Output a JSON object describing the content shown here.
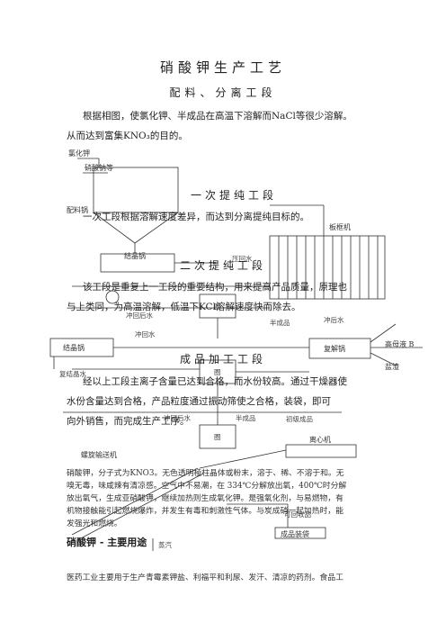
{
  "header": {
    "title": "硝酸钾生产工艺",
    "subtitle": "配料、分离工段"
  },
  "intro": {
    "line1": "根据相图，使氯化钾、半成品在高温下溶解而NaCl等很少溶解。",
    "line2": "从而达到富集KNO₃的目的。"
  },
  "diagram": {
    "labels": {
      "kcl": "氯化钾",
      "nano3": "硝酸钠等",
      "batch_pot": "配料锅",
      "cryst_pot_1": "结晶锅",
      "cryst_pot_2": "结晶锅",
      "plate_frame": "板框机",
      "pressure_water": "压回水",
      "semi_product": "半成品",
      "cool_water": "冲回水",
      "cool_water_2": "冲回后水",
      "cool_water_3": "冲后水",
      "bad_pot": "复解锅",
      "high_mother": "高母液 B",
      "salt_residue": "盐渣",
      "dryer": "离心机",
      "spiral": "螺旋输送机",
      "packing": "成品装袋",
      "steam": "蒸汽",
      "finished": "初级成品",
      "fine_product": "可回收品",
      "circle_a": "圈",
      "circle_b": "圈",
      "circle_c": "圈",
      "recycled_water": "复结晶水"
    },
    "sec1_title": "一次提纯工段",
    "sec1_text": "一次工段根据溶解速度差异，而达到分离提纯目标的。",
    "sec2_title": "二次提纯工段",
    "sec2_text_1": "该工段是重复上一工段的重要结构，用来提高产品质量，原理也",
    "sec2_text_2": "与上类同，为高温溶解，低温下KCl溶解速度快而除去。",
    "sec3_title": "成品加工工段",
    "sec3_text_1": "经以上工段主离子含量已达到合格，而水份较高。通过干燥器使",
    "sec3_text_2": "水份含量达到合格，产品粒度通过振动筛使之合格，装袋，即可",
    "sec3_text_3": "向外销售，而完成生产工序。"
  },
  "props": {
    "line1": "硝酸钾，分子式为KNO3。无色透明棱柱晶体或粉末，溶于、稀、不溶于和。无",
    "line2": "嗅无毒，味咸辣有清凉感。空气中不易潮，在 334℃分解放出氧，400℃时分解",
    "line3": "放出氧气，生成亚硝酸钾，继续加热则生成氧化钾。是强氧化剂，与易燃物，有",
    "line4": "机物接触能引起燃烧爆炸，并发生有毒和刺激性气体。与炭成硝一起加热时，能",
    "line5": "发强光和燃烧。"
  },
  "uses": {
    "heading": "硝酸钾 - 主要用途",
    "line1": "医药工业主要用于生产青霉素钾盐、利福平和利尿、发汗、清凉的药剂。食品工"
  }
}
